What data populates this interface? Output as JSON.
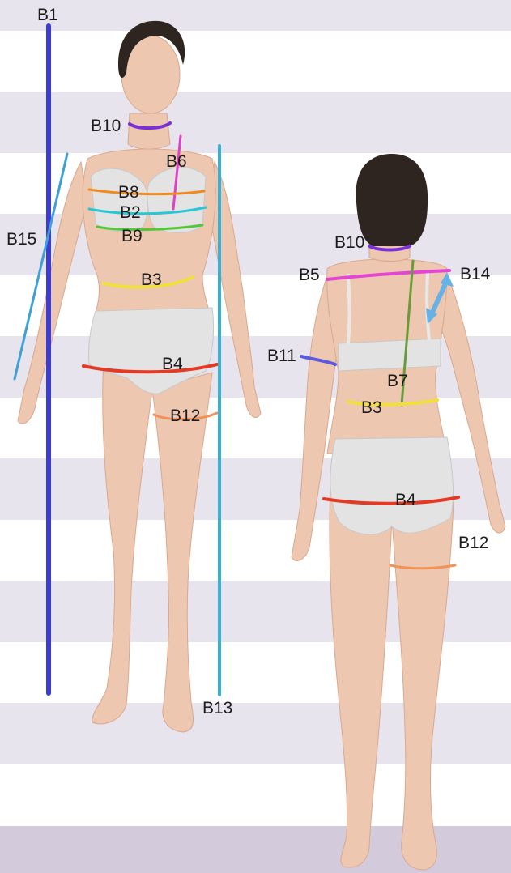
{
  "labels": {
    "front_b1": "B1",
    "front_b10": "B10",
    "front_b6": "B6",
    "front_b8": "B8",
    "front_b2": "B2",
    "front_b9": "B9",
    "front_b15": "B15",
    "front_b3": "B3",
    "front_b4": "B4",
    "front_b12": "B12",
    "front_b13": "B13",
    "back_b10": "B10",
    "back_b5": "B5",
    "back_b14": "B14",
    "back_b11": "B11",
    "back_b7": "B7",
    "back_b3": "B3",
    "back_b4": "B4",
    "back_b12": "B12"
  },
  "colors": {
    "stripe": "#e8e4ee",
    "bottom_band": "#d3cbdc",
    "skin": "#edc7b0",
    "skin_shadow": "#d9a88e",
    "hair": "#2e2420",
    "underwear": "#e3e3e3",
    "b1": "#3b3bd9",
    "b10": "#7a2fd8",
    "b6": "#e040c8",
    "b8": "#f08a1e",
    "b2": "#29c6d4",
    "b9": "#53c738",
    "b15": "#3fa0d6",
    "b3": "#f2e03a",
    "b4": "#e23a24",
    "b12": "#f0935a",
    "b13": "#3ab0d4",
    "b5": "#e445d2",
    "b14": "#66b1e6",
    "b11": "#5a5ae0",
    "b7": "#6a9a3a"
  },
  "icons": {
    "front_figure": "woman-front-figure",
    "back_figure": "woman-back-figure",
    "b14_arrow": "double-arrow-icon"
  }
}
